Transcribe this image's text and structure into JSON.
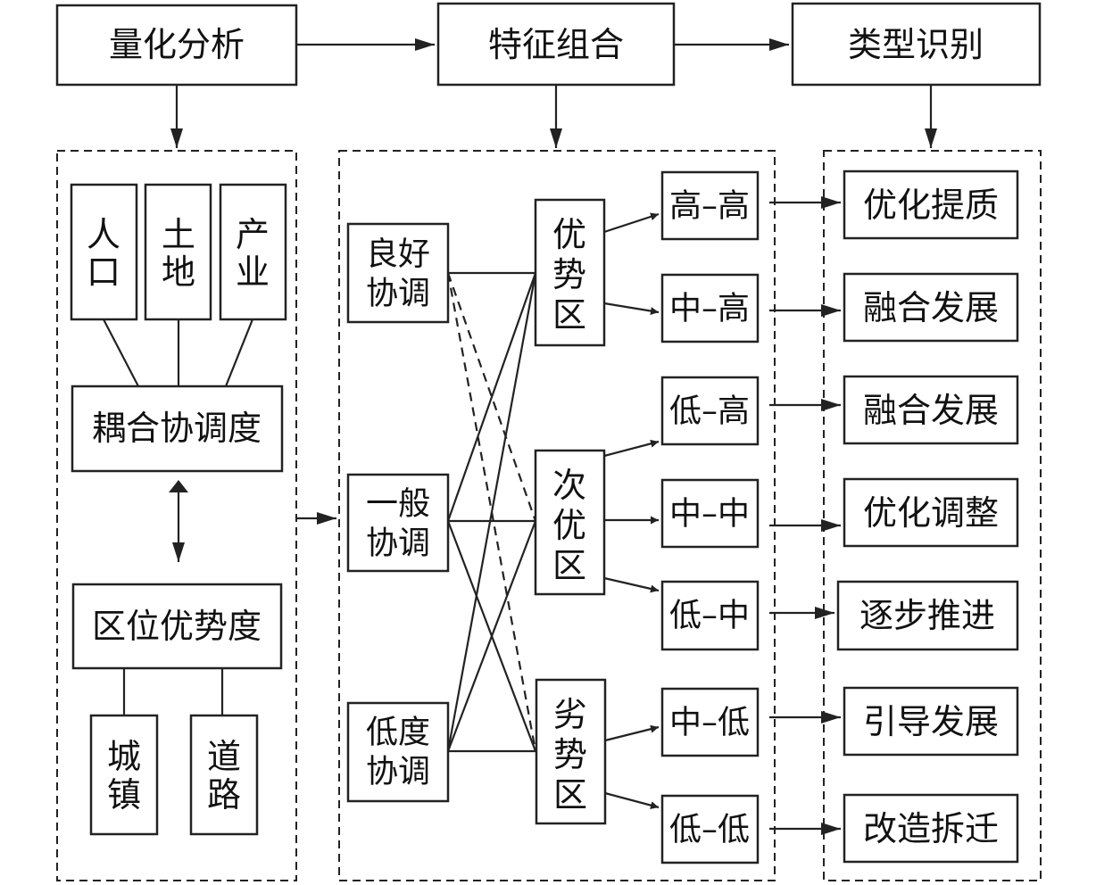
{
  "stages": {
    "analysis": "量化分析",
    "combination": "特征组合",
    "identification": "类型识别"
  },
  "analysis": {
    "factors": [
      "人口",
      "土地",
      "产业"
    ],
    "coupling": "耦合协调度",
    "location": "区位优势度",
    "location_factors": [
      "城镇",
      "道路"
    ]
  },
  "coordination": [
    "良好协调",
    "一般协调",
    "低度协调"
  ],
  "zones": [
    "优势区",
    "次优区",
    "劣势区"
  ],
  "combos": [
    "高–高",
    "中–高",
    "低–高",
    "中–中",
    "低–中",
    "中–低",
    "低–低"
  ],
  "types": [
    "优化提质",
    "融合发展",
    "融合发展",
    "优化调整",
    "逐步推进",
    "引导发展",
    "改造拆迁"
  ]
}
